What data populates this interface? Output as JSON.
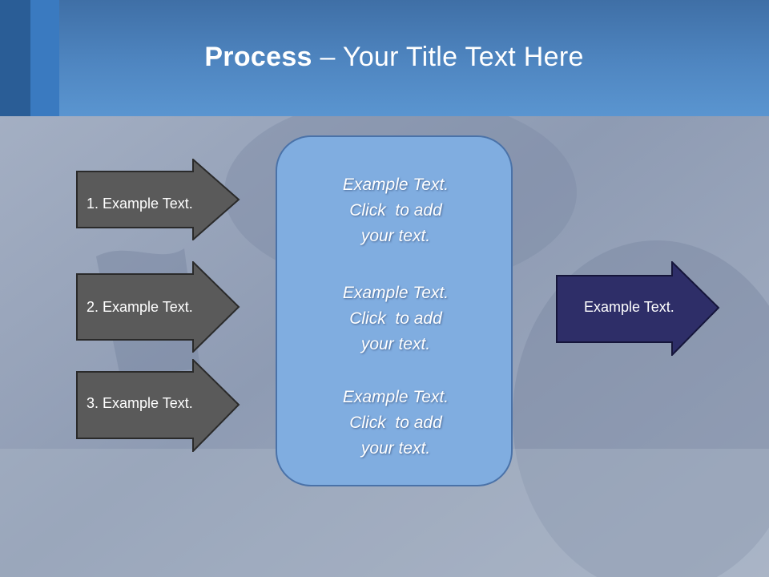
{
  "title": {
    "bold": "Process",
    "rest": " – Your Title Text Here"
  },
  "left_arrows": [
    {
      "label": "1. Example Text."
    },
    {
      "label": "2. Example Text."
    },
    {
      "label": "3. Example Text."
    }
  ],
  "center_box": {
    "paragraphs": [
      {
        "line1": "Example Text.",
        "line2": "Click  to add",
        "line3": "your text."
      },
      {
        "line1": "Example Text.",
        "line2": "Click  to add",
        "line3": "your text."
      },
      {
        "line1": "Example Text.",
        "line2": "Click  to add",
        "line3": "your text."
      }
    ]
  },
  "right_arrow": {
    "label": "Example Text."
  },
  "colors": {
    "header": "#4f86c1",
    "left_arrow_fill": "#5a5a5a",
    "right_arrow_fill": "#2e2e68",
    "center_box_fill": "#80ade0"
  }
}
